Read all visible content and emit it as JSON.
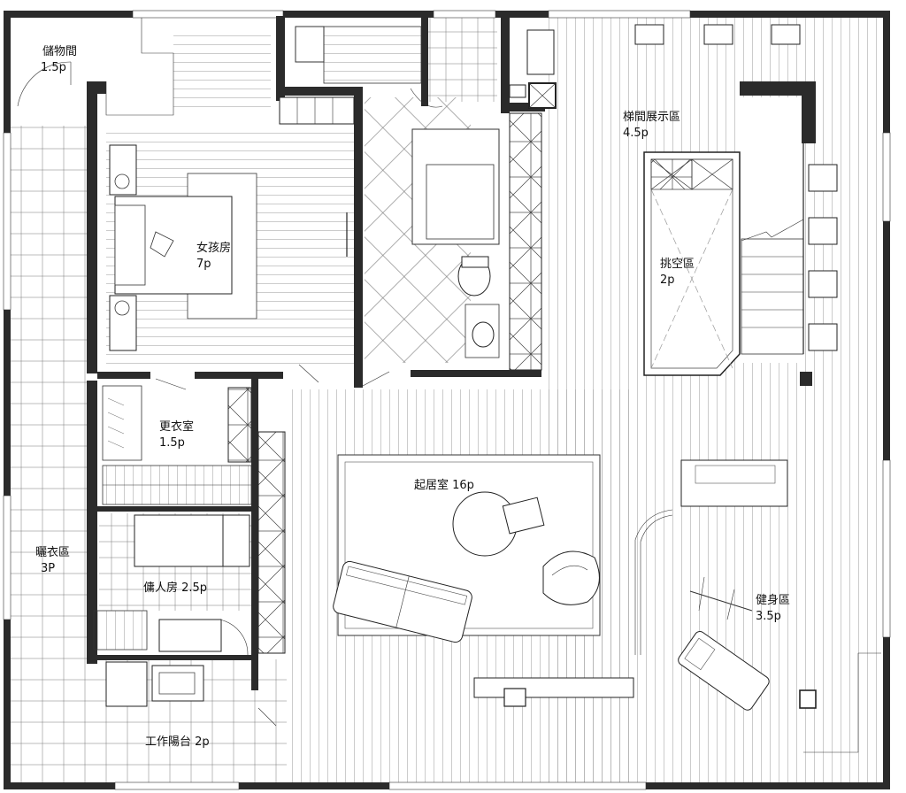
{
  "rooms": {
    "storage": {
      "name": "儲物間",
      "size": "1.5p"
    },
    "girls_room": {
      "name": "女孩房",
      "size": "7p"
    },
    "stair_display": {
      "name": "梯間展示區",
      "size": "4.5p"
    },
    "void": {
      "name": "挑空區",
      "size": "2p"
    },
    "drying": {
      "name": "曬衣區",
      "size": "3P"
    },
    "closet": {
      "name": "更衣室",
      "size": "1.5p"
    },
    "living": {
      "name": "起居室 16p",
      "size": ""
    },
    "maid_room": {
      "name": "傭人房 2.5p",
      "size": ""
    },
    "gym": {
      "name": "健身區",
      "size": "3.5p"
    },
    "balcony": {
      "name": "工作陽台 2p",
      "size": ""
    }
  },
  "colors": {
    "wall": "#2b2b2b",
    "line": "#333333",
    "background": "#ffffff"
  }
}
